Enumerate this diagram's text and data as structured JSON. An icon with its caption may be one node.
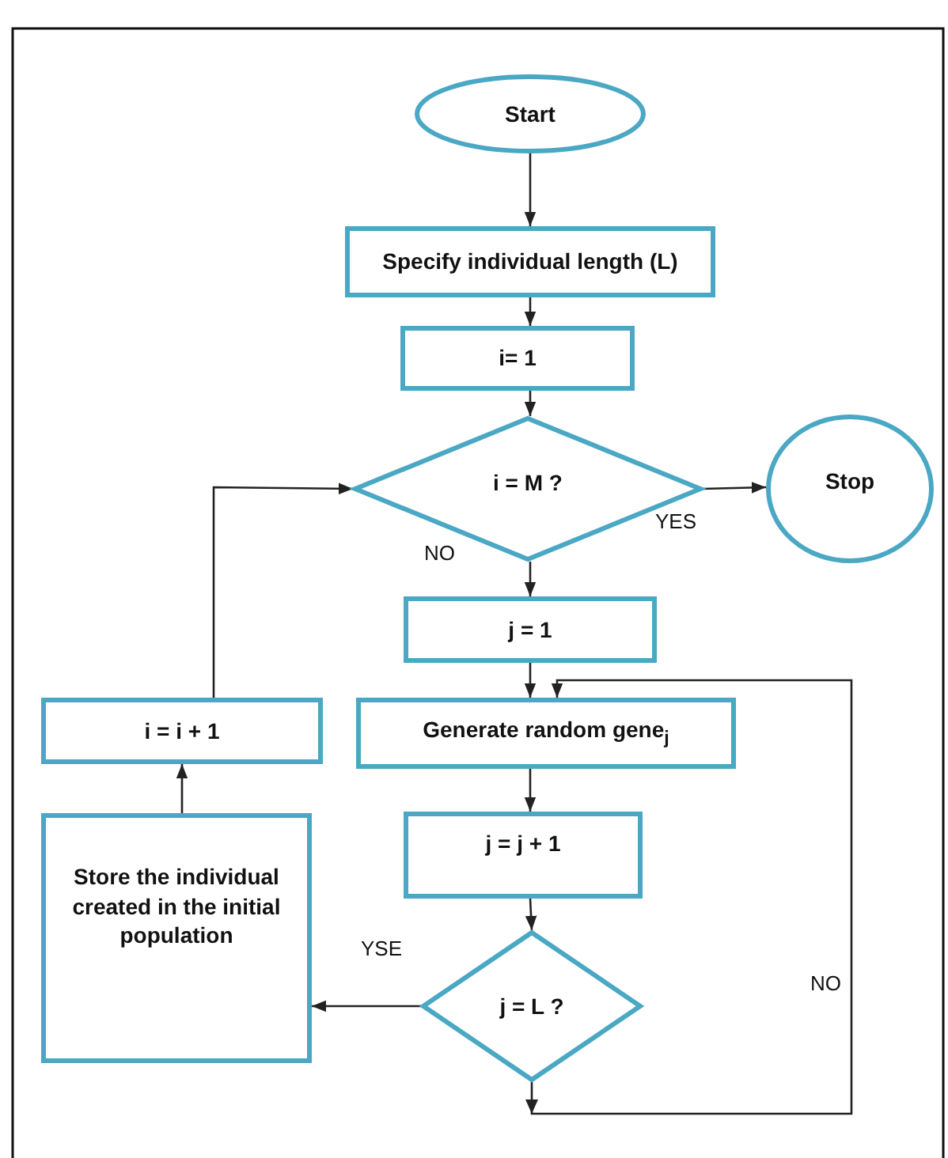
{
  "diagram": {
    "nodes": [
      {
        "text": [
          "Start"
        ]
      },
      {
        "text": [
          "Specify individual length (L)"
        ]
      },
      {
        "text": [
          "i= 1"
        ]
      },
      {
        "text": [
          "i = M ?"
        ]
      },
      {
        "text": [
          "Stop"
        ]
      },
      {
        "text": [
          "j = 1"
        ]
      },
      {
        "text": [
          "i = i + 1"
        ]
      },
      {
        "text": [
          "Generate random gene$_{j}$"
        ]
      },
      {
        "text": [
          "j = j + 1"
        ]
      },
      {
        "text": [
          "Store the individual created in the initial population"
        ]
      },
      {
        "text": [
          "j = L ?"
        ]
      }
    ],
    "edges": [
      {
        "from": 0,
        "to": 1,
        "arrow": "to"
      },
      {
        "from": 1,
        "to": 2,
        "arrow": "to"
      },
      {
        "from": 2,
        "to": 3,
        "arrow": "to"
      },
      {
        "from": 3,
        "to": 4,
        "arrow": "to",
        "label": "YES"
      },
      {
        "from": 3,
        "to": 5,
        "arrow": "to",
        "label": "NO"
      },
      {
        "from": 5,
        "to": 7,
        "arrow": "to"
      },
      {
        "from": 7,
        "to": 8,
        "arrow": "to"
      },
      {
        "from": 8,
        "to": 10,
        "arrow": "to"
      },
      {
        "from": 10,
        "to": 9,
        "arrow": "to",
        "label": "YSE"
      },
      {
        "from": 9,
        "to": 6,
        "arrow": "to"
      },
      {
        "from": 6,
        "to": 3,
        "arrow": "to"
      },
      {
        "from": 10,
        "to": 7,
        "arrow": "to",
        "label": "NO"
      }
    ]
  }
}
